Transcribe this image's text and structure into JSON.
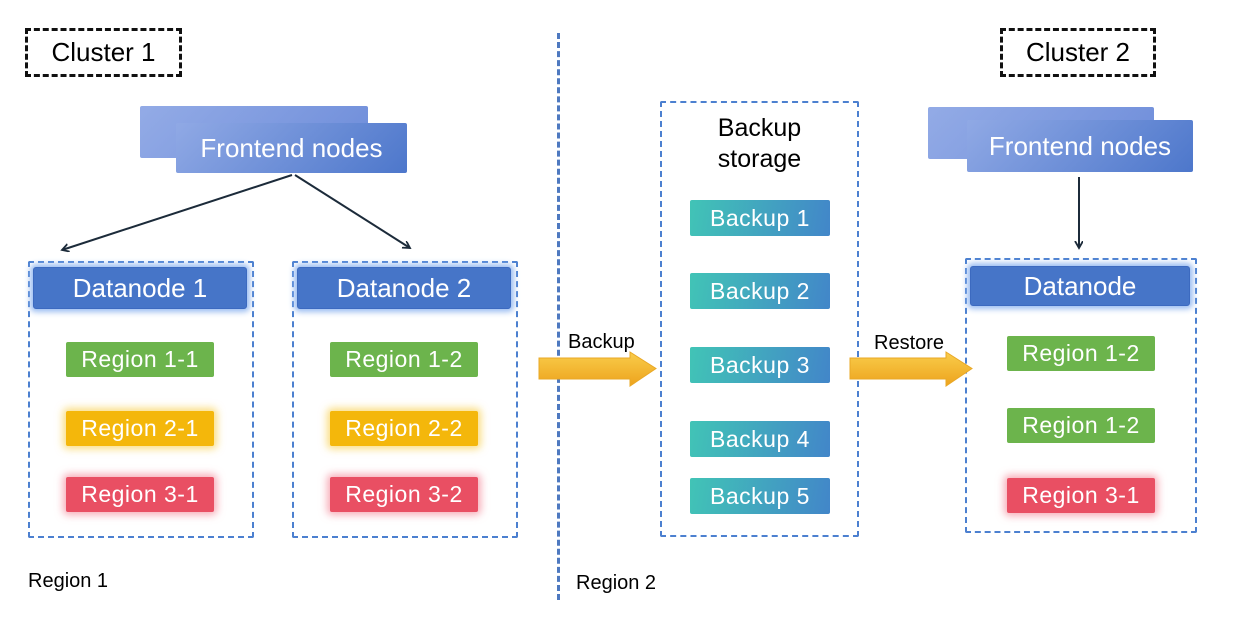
{
  "diagram": {
    "cluster1": {
      "label": "Cluster 1",
      "frontend_label": "Frontend nodes",
      "zone_label": "Region 1",
      "datanodes": [
        {
          "title": "Datanode 1",
          "regions": [
            {
              "label": "Region 1-1",
              "color": "green"
            },
            {
              "label": "Region 2-1",
              "color": "yellow"
            },
            {
              "label": "Region 3-1",
              "color": "red"
            }
          ]
        },
        {
          "title": "Datanode 2",
          "regions": [
            {
              "label": "Region 1-2",
              "color": "green"
            },
            {
              "label": "Region 2-2",
              "color": "yellow"
            },
            {
              "label": "Region 3-2",
              "color": "red"
            }
          ]
        }
      ]
    },
    "backup_storage": {
      "title": "Backup storage",
      "zone_label": "Region 2",
      "items": [
        "Backup 1",
        "Backup 2",
        "Backup 3",
        "Backup 4",
        "Backup 5"
      ]
    },
    "cluster2": {
      "label": "Cluster 2",
      "frontend_label": "Frontend nodes",
      "datanode": {
        "title": "Datanode",
        "regions": [
          {
            "label": "Region 1-2",
            "color": "green"
          },
          {
            "label": "Region 1-2",
            "color": "green"
          },
          {
            "label": "Region 3-1",
            "color": "red"
          }
        ]
      }
    },
    "flows": {
      "backup": "Backup",
      "restore": "Restore"
    }
  },
  "colors": {
    "region_green": "#6cb44c",
    "region_yellow": "#f4b70b",
    "region_red": "#e94f63",
    "datanode_blue": "#4675c8",
    "frontend_blue_light": "#90a9e5",
    "frontend_blue_dark": "#4d77cb",
    "backup_chip_teal": "#41c4b6",
    "backup_chip_blue": "#4286c9",
    "dashed_border_blue": "#4c80d0",
    "divider_blue": "#4e79c0",
    "flow_arrow_yellow_light": "#f9cd4b",
    "flow_arrow_yellow_dark": "#eda31d",
    "connector_dark": "#1c2b3a"
  }
}
